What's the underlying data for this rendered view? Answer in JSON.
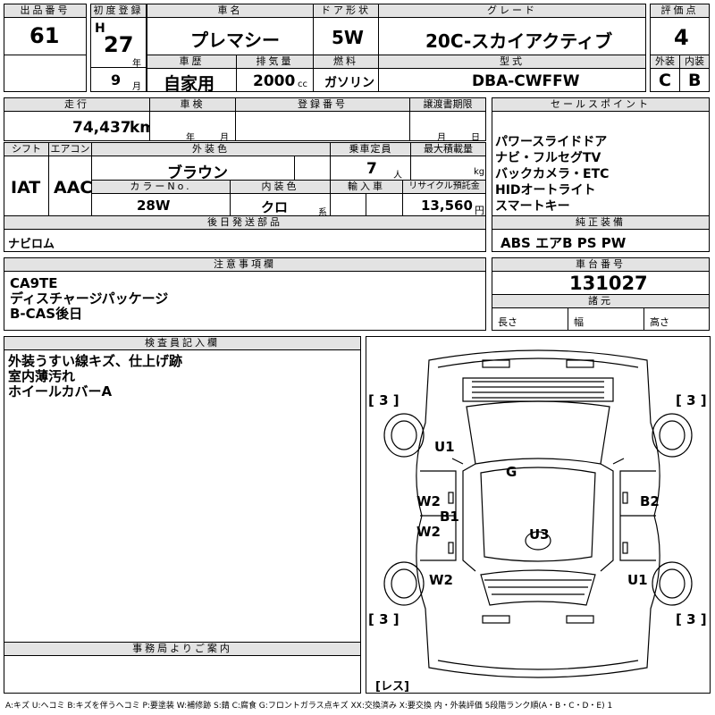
{
  "header": {
    "lot_label": "出品番号",
    "lot_value": "61",
    "reg_label": "初度登録",
    "era": "H",
    "year": "27",
    "year_unit": "年",
    "month": "9",
    "month_unit": "月",
    "name_label": "車名",
    "name_value": "プレマシー",
    "door_label": "ドア形状",
    "door_value": "5W",
    "grade_label": "グレード",
    "grade_value": "20C-スカイアクティブ",
    "score_label": "評価点",
    "score_value": "4",
    "history_label": "車歴",
    "history_value": "自家用",
    "disp_label": "排気量",
    "disp_value": "2000",
    "disp_unit": "cc",
    "fuel_label": "燃料",
    "fuel_value": "ガソリン",
    "model_label": "型式",
    "model_value": "DBA-CWFFW",
    "ext_label": "外装",
    "ext_value": "C",
    "int_label": "内装",
    "int_value": "B"
  },
  "row2": {
    "mileage_label": "走行",
    "mileage_value": "74,437",
    "mileage_unit": "km",
    "inspect_label": "車検",
    "inspect_year": "年",
    "inspect_month": "月",
    "regno_label": "登録番号",
    "transfer_label": "譲渡書期限",
    "transfer_month": "月",
    "transfer_day": "日",
    "sales_label": "セールスポイント",
    "sales_text": "パワースライドドア\nナビ・フルセグTV\nバックカメラ・ETC\nHIDオートライト\nスマートキー"
  },
  "row3": {
    "shift_label": "シフト",
    "shift_value": "IAT",
    "ac_label": "エアコン",
    "ac_value": "AAC",
    "color_label": "外装色",
    "color_value": "ブラウン",
    "seats_label": "乗車定員",
    "seats_value": "7",
    "seats_unit": "人",
    "load_label": "最大積載量",
    "load_unit": "kg",
    "colorno_label": "カラーNo.",
    "colorno_value": "28W",
    "intcolor_label": "内装色",
    "intcolor_value": "クロ",
    "intcolor_unit": "系",
    "import_label": "輸入車",
    "recycle_label": "リサイクル預託金",
    "recycle_value": "13,560",
    "recycle_unit": "円"
  },
  "later": {
    "label": "後日発送部品",
    "value": "ナビロム"
  },
  "equip": {
    "label": "純正装備",
    "value": "ABS エアB PS PW"
  },
  "notes": {
    "label": "注意事項欄",
    "text": "CA9TE\nディスチャージパッケージ\nB-CAS後日"
  },
  "chassis": {
    "label": "車台番号",
    "value": "131027",
    "dims_label": "諸元",
    "len": "長さ",
    "wid": "幅",
    "hei": "高さ"
  },
  "inspector": {
    "label": "検査員記入欄",
    "text": "外装うすい線キズ、仕上げ跡\n室内薄汚れ\nホイールカバーA"
  },
  "office": {
    "label": "事務局よりご案内"
  },
  "diagram": {
    "marks": {
      "tl": "[ 3 ]",
      "tr": "[ 3 ]",
      "bl": "[ 3 ]",
      "br": "[ 3 ]",
      "u1a": "U1",
      "g": "G",
      "w2a": "W2",
      "b1": "B1",
      "w2b": "W2",
      "u3": "U3",
      "b2": "B2",
      "w2c": "W2",
      "u1b": "U1",
      "res": "[レス]"
    }
  },
  "footer": "A:キズ U:ヘコミ B:キズを伴うヘコミ P:要塗装 W:補修跡 S:錆 C:腐食 G:フロントガラス点キズ XX:交換済み X:要交換 内・外装評価 5段階ランク順(A・B・C・D・E) 1"
}
